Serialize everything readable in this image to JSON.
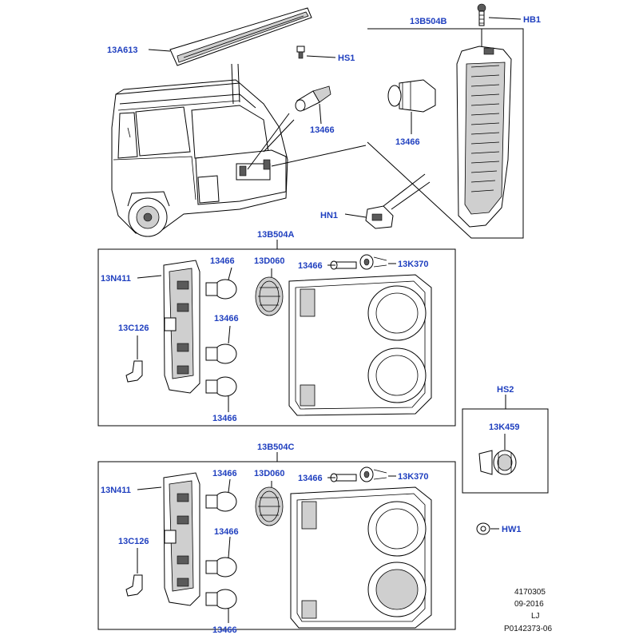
{
  "labels": {
    "p13A613": "13A613",
    "hs1": "HS1",
    "p13466_top": "13466",
    "hb1": "HB1",
    "p13B504B": "13B504B",
    "p13466_b": "13466",
    "hn1": "HN1",
    "p13B504A": "13B504A",
    "p13N411_a": "13N411",
    "p13466_a1": "13466",
    "p13D060_a": "13D060",
    "p13466_a2": "13466",
    "p13K370_a": "13K370",
    "p13466_a3": "13466",
    "p13C126_a": "13C126",
    "p13466_a4": "13466",
    "hs2": "HS2",
    "p13K459": "13K459",
    "p13B504C": "13B504C",
    "p13N411_c": "13N411",
    "p13466_c1": "13466",
    "p13D060_c": "13D060",
    "p13466_c2": "13466",
    "p13K370_c": "13K370",
    "p13466_c3": "13466",
    "p13C126_c": "13C126",
    "hw1": "HW1",
    "p13466_c4": "13466"
  },
  "reference": {
    "code": "4170305",
    "date": "09-2016",
    "initials": "LJ",
    "illustration": "P0142373-06"
  },
  "colors": {
    "label": "#1f3fbf",
    "line": "#000000"
  }
}
